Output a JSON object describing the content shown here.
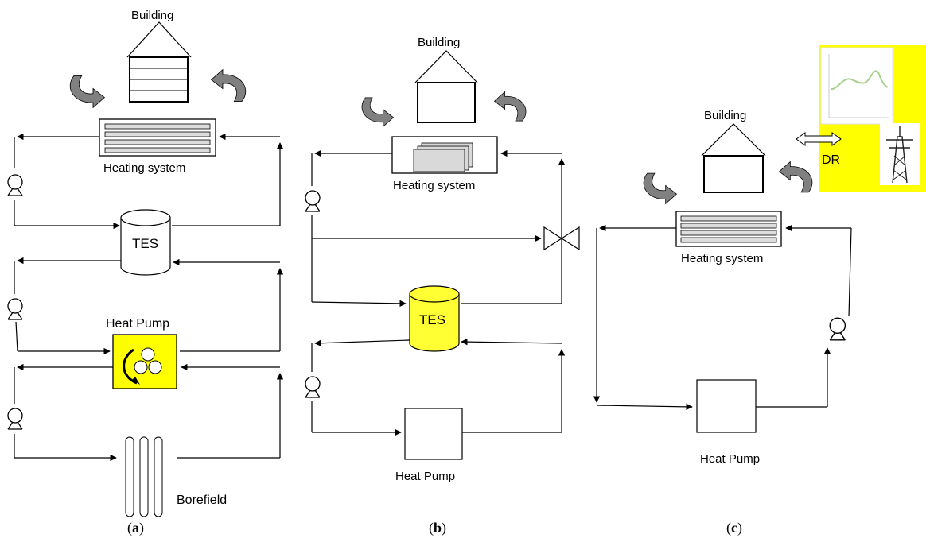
{
  "panel_a": {
    "building_label": "Building",
    "heating_label": "Heating system",
    "tes_label": "TES",
    "heat_pump_label": "Heat Pump",
    "borefield_label": "Borefield",
    "caption_open": "(",
    "caption_letter": "a",
    "caption_close": ")"
  },
  "panel_b": {
    "building_label": "Building",
    "heating_label": "Heating system",
    "tes_label": "TES",
    "heat_pump_label": "Heat Pump",
    "caption_open": "(",
    "caption_letter": "b",
    "caption_close": ")"
  },
  "panel_c": {
    "building_label": "Building",
    "heating_label": "Heating system",
    "heat_pump_label": "Heat Pump",
    "dr_label": "DR",
    "caption_open": "(",
    "caption_letter": "c",
    "caption_close": ")"
  },
  "colors": {
    "highlight": "#ffff00",
    "tes_fill_b": "#ffff33",
    "arrow_gray": "#808080",
    "chart_line": "#a9d18e"
  }
}
